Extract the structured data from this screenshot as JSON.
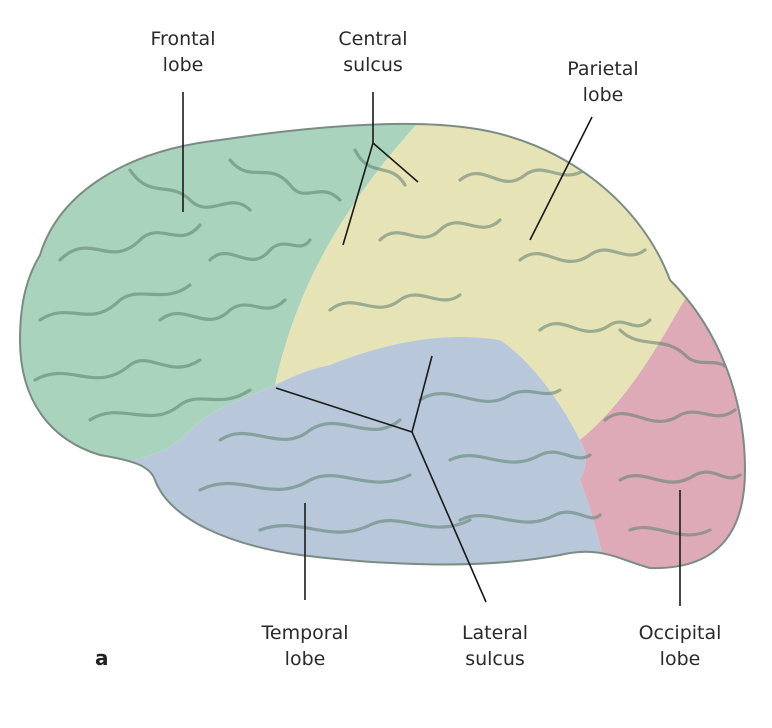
{
  "labels": {
    "frontal": {
      "line1": "Frontal",
      "line2": "lobe"
    },
    "central": {
      "line1": "Central",
      "line2": "sulcus"
    },
    "parietal": {
      "line1": "Parietal",
      "line2": "lobe"
    },
    "temporal": {
      "line1": "Temporal",
      "line2": "lobe"
    },
    "lateral": {
      "line1": "Lateral",
      "line2": "sulcus"
    },
    "occipital": {
      "line1": "Occipital",
      "line2": "lobe"
    }
  },
  "panel_letter": "a",
  "colors": {
    "frontal": "#a9d3bd",
    "parietal": "#e6e3b6",
    "temporal": "#b8c8da",
    "occipital": "#deaab7",
    "gyrus_line": "#5f7f70",
    "leader_line": "#1a1a1a"
  }
}
